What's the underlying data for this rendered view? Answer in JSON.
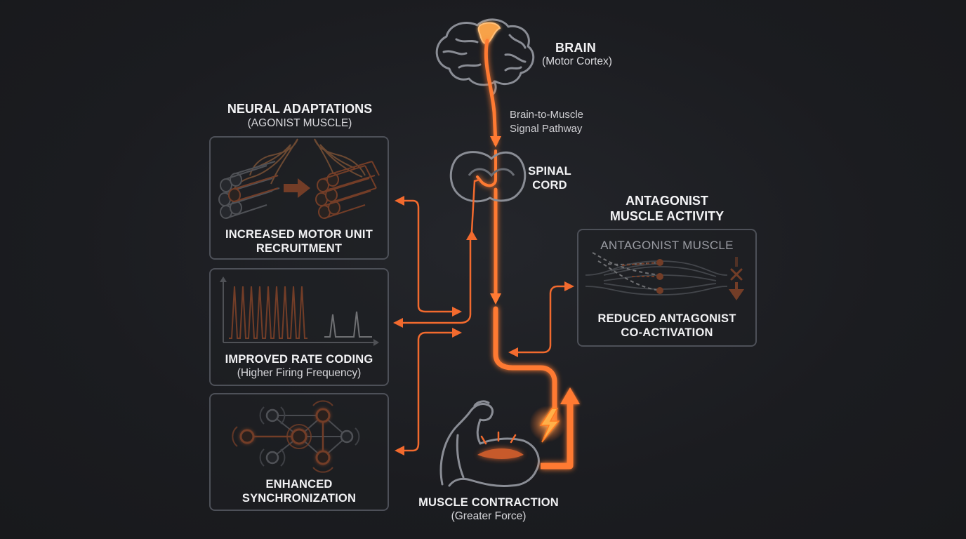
{
  "brain": {
    "title": "BRAIN",
    "subtitle": "(Motor Cortex)"
  },
  "pathway": {
    "line1": "Brain-to-Muscle",
    "line2": "Signal Pathway"
  },
  "spinal_cord": {
    "line1": "SPINAL",
    "line2": "CORD"
  },
  "neural": {
    "title": "NEURAL ADAPTATIONS",
    "subtitle": "(AGONIST MUSCLE)",
    "recruitment": {
      "line1": "INCREASED MOTOR UNIT",
      "line2": "RECRUITMENT"
    },
    "rate_coding": {
      "line1": "IMPROVED RATE CODING",
      "line2": "(Higher Firing Frequency)"
    },
    "synchronization": {
      "line1": "ENHANCED",
      "line2": "SYNCHRONIZATION"
    }
  },
  "antagonist": {
    "title_line1": "ANTAGONIST",
    "title_line2": "MUSCLE ACTIVITY",
    "muscle_label": "ANTAGONIST MUSCLE",
    "caption_line1": "REDUCED ANTAGONIST",
    "caption_line2": "CO-ACTIVATION"
  },
  "muscle": {
    "title": "MUSCLE CONTRACTION",
    "subtitle": "(Greater Force)"
  },
  "colors": {
    "accent": "#f26a2e",
    "accent_glow": "#ff8a45",
    "outline": "#8a8d95",
    "box_border": "#4d5058",
    "background": "#1c1d21"
  }
}
